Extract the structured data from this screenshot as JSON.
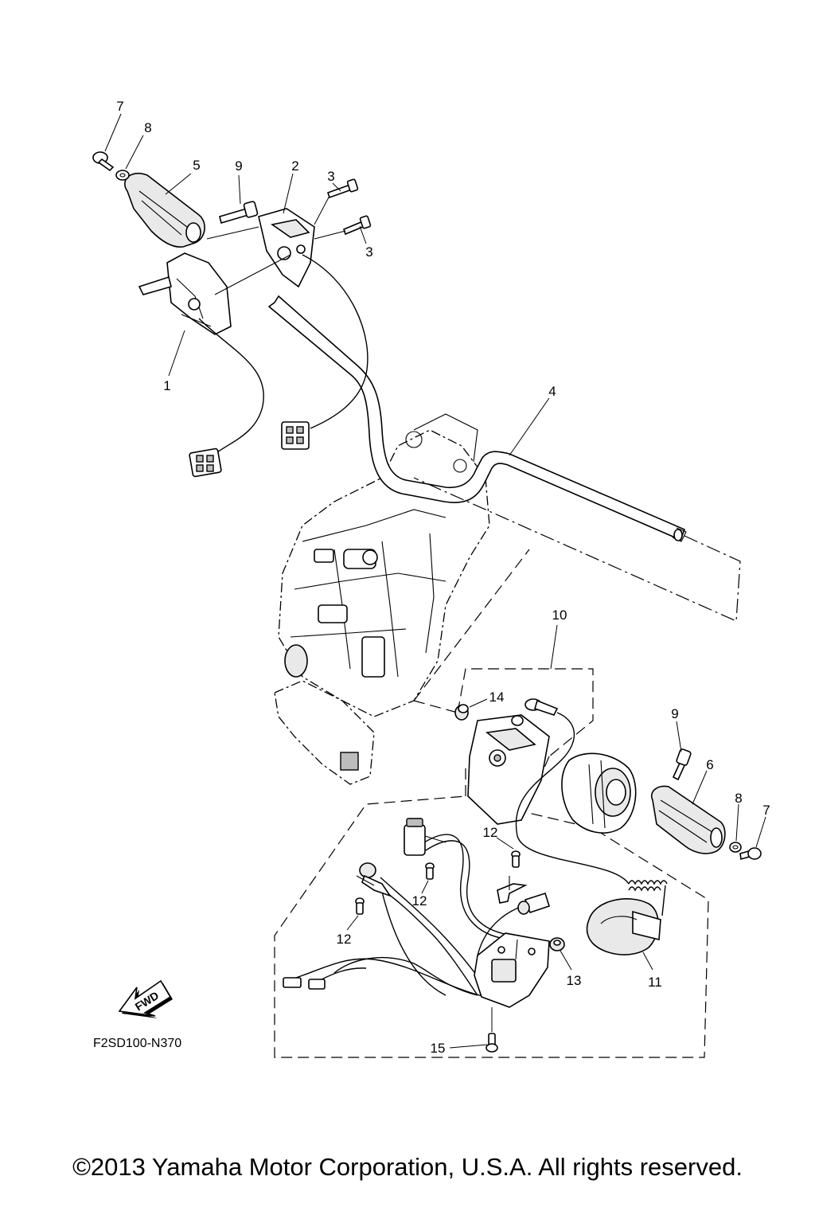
{
  "diagram": {
    "reference_code": "F2SD100-N370",
    "fwd_label": "FWD",
    "callouts": [
      "1",
      "2",
      "3",
      "3",
      "4",
      "5",
      "6",
      "7",
      "7",
      "8",
      "8",
      "9",
      "9",
      "10",
      "11",
      "12",
      "12",
      "12",
      "13",
      "14",
      "15"
    ]
  },
  "footer": {
    "copyright": "©2013 Yamaha Motor Corporation, U.S.A. All rights reserved."
  }
}
